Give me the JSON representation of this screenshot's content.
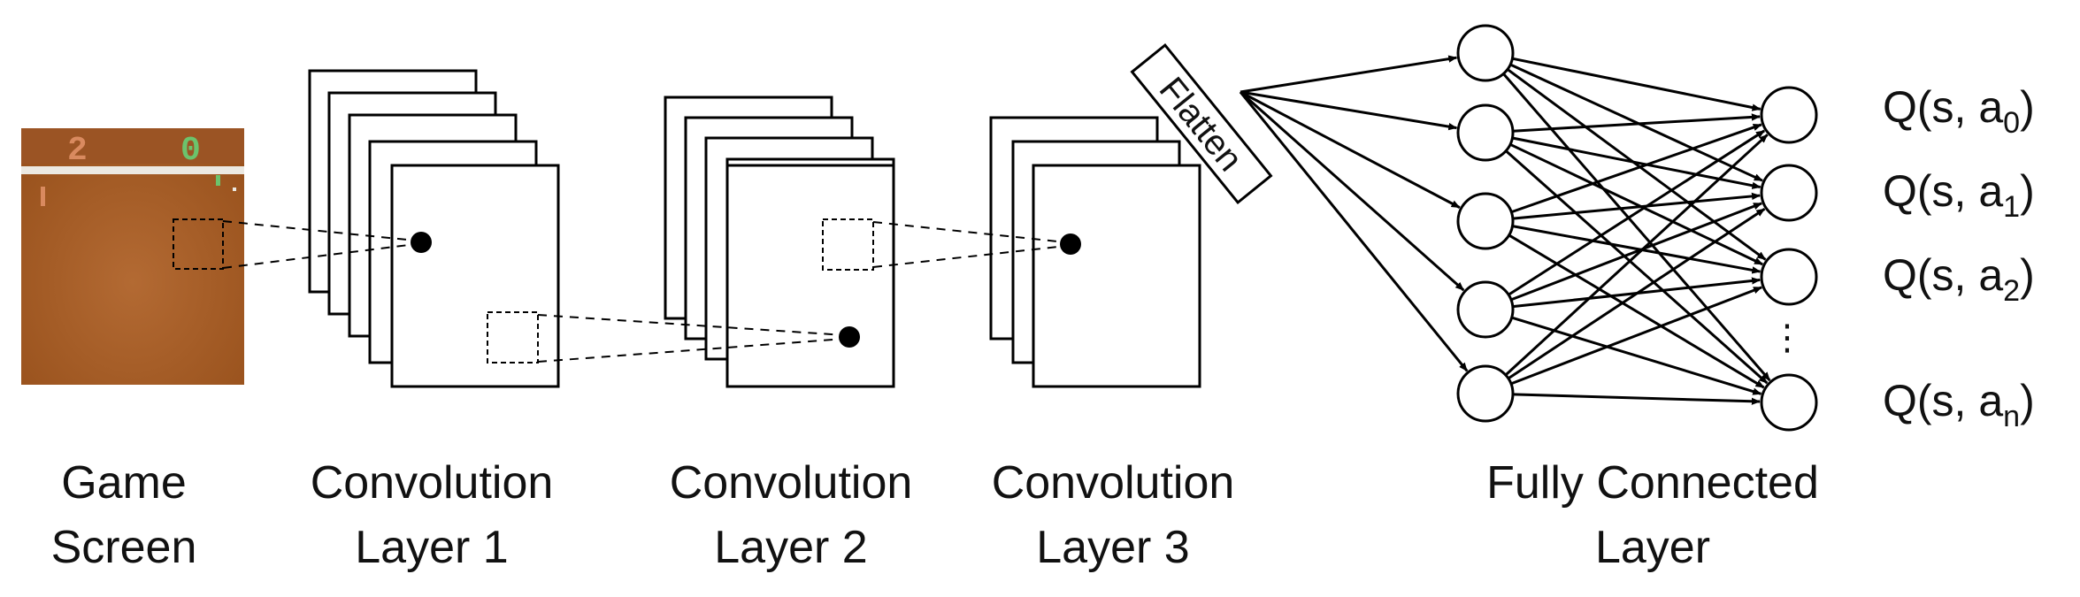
{
  "labels": {
    "game_screen": [
      "Game",
      "Screen"
    ],
    "conv1": [
      "Convolution",
      "Layer 1"
    ],
    "conv2": [
      "Convolution",
      "Layer 2"
    ],
    "conv3": [
      "Convolution",
      "Layer 3"
    ],
    "flatten": "Flatten",
    "fc": [
      "Fully Connected",
      "Layer"
    ]
  },
  "game": {
    "score_left": "2",
    "score_right": "0"
  },
  "outputs": [
    {
      "prefix": "Q(s, a",
      "sub": "0",
      "suffix": ")"
    },
    {
      "prefix": "Q(s, a",
      "sub": "1",
      "suffix": ")"
    },
    {
      "prefix": "Q(s, a",
      "sub": "2",
      "suffix": ")"
    },
    {
      "prefix": "Q(s, a",
      "sub": "n",
      "suffix": ")"
    }
  ],
  "ellipsis": "⋮",
  "colors": {
    "game_bg": "#a35a22",
    "game_stripe": "#ece9e2",
    "score_left": "#d98a5f",
    "score_right": "#6cc36c"
  }
}
